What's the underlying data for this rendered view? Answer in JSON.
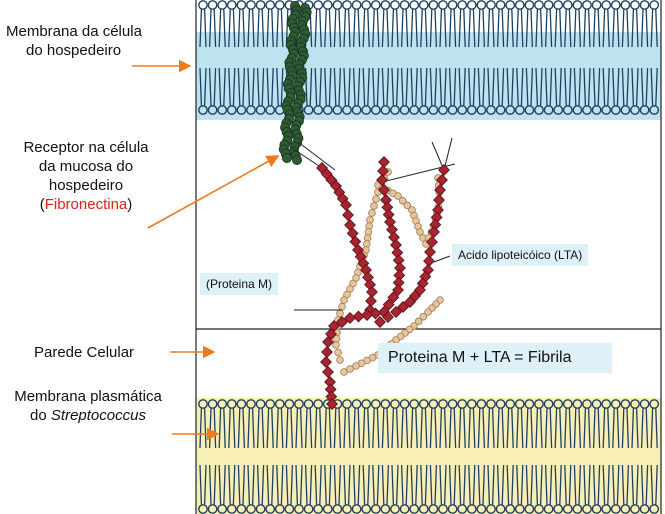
{
  "labels": {
    "host_membrane": [
      "Membrana da célula",
      "do hospedeiro"
    ],
    "receptor": [
      "Receptor na célula",
      "da mucosa do",
      "hospedeiro"
    ],
    "receptor_open": "(",
    "receptor_name": "Fibronectina",
    "receptor_close": ")",
    "cell_wall": "Parede Celular",
    "plasma_membrane_line1": "Membrana plasmática",
    "plasma_membrane_prefix": "do ",
    "plasma_membrane_genus": "Streptococcus"
  },
  "boxes": {
    "lta": "Acido lipoteicóico (LTA)",
    "protein_m": "(Proteina M)",
    "fibril": "Proteina M + LTA  = Fibrila"
  },
  "colors": {
    "host_band": "#bfe2ef",
    "bacterial_band": "#f7efb5",
    "lipid": "#1f3f63",
    "fibronectin": "#2e5a34",
    "protein_m": "#a82430",
    "lta": "#e8c49a",
    "arrow": "#ee7a1c",
    "highlight": "#e0201b"
  }
}
